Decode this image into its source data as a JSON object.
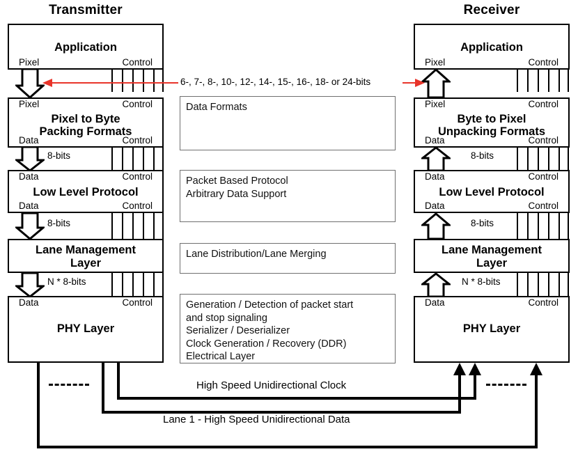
{
  "diagram": {
    "columns": {
      "transmitter_title": "Transmitter",
      "receiver_title": "Receiver"
    },
    "transmitter_stack": [
      {
        "id": "tx-application",
        "title": "Application",
        "port_left_bottom": "Pixel",
        "port_right_bottom": "Control"
      },
      {
        "id": "tx-pixel-to-byte",
        "title": "Pixel to Byte\nPacking Formats",
        "title_line1": "Pixel to Byte",
        "title_line2": "Packing Formats",
        "port_left_top": "Pixel",
        "port_right_top": "Control",
        "port_left_bottom": "Data",
        "port_right_bottom": "Control"
      },
      {
        "id": "tx-low-level-protocol",
        "title": "Low Level Protocol",
        "port_left_top": "Data",
        "port_right_top": "Control",
        "port_left_bottom": "Data",
        "port_right_bottom": "Control"
      },
      {
        "id": "tx-lane-management",
        "title_line1": "Lane Management",
        "title_line2": "Layer"
      },
      {
        "id": "tx-phy-layer",
        "title": "PHY Layer",
        "port_left_top": "Data",
        "port_right_top": "Control"
      }
    ],
    "receiver_stack": [
      {
        "id": "rx-application",
        "title": "Application",
        "port_left_bottom": "Pixel",
        "port_right_bottom": "Control"
      },
      {
        "id": "rx-byte-to-pixel",
        "title_line1": "Byte to Pixel",
        "title_line2": "Unpacking Formats",
        "port_left_top": "Pixel",
        "port_right_top": "Control",
        "port_left_bottom": "Data",
        "port_right_bottom": "Control"
      },
      {
        "id": "rx-low-level-protocol",
        "title": "Low Level Protocol",
        "port_left_top": "Data",
        "port_right_top": "Control",
        "port_left_bottom": "Data",
        "port_right_bottom": "Control"
      },
      {
        "id": "rx-lane-management",
        "title_line1": "Lane Management",
        "title_line2": "Layer"
      },
      {
        "id": "rx-phy-layer",
        "title": "PHY Layer",
        "port_left_top": "Data",
        "port_right_top": "Control"
      }
    ],
    "bit_labels": {
      "tx_pack_to_llp": "8-bits",
      "tx_llp_to_lane": "8-bits",
      "tx_lane_to_phy": "N * 8-bits",
      "rx_llp_to_unpack": "8-bits",
      "rx_lane_to_llp": "8-bits",
      "rx_phy_to_lane": "N * 8-bits"
    },
    "pixel_bus_annotation": "6-, 7-, 8-, 10-, 12-, 14-, 15-, 16-, 18- or 24-bits",
    "description_boxes": [
      {
        "id": "desc-data-formats",
        "lines": [
          "Data Formats"
        ]
      },
      {
        "id": "desc-low-level-protocol",
        "lines": [
          "Packet Based Protocol",
          "Arbitrary Data Support"
        ]
      },
      {
        "id": "desc-lane-management",
        "lines": [
          "Lane Distribution/Lane Merging"
        ]
      },
      {
        "id": "desc-phy-layer",
        "lines": [
          "Generation / Detection of packet start",
          "and stop signaling",
          "Serializer / Deserializer",
          "Clock Generation / Recovery (DDR)",
          "Electrical Layer"
        ]
      }
    ],
    "link_labels": {
      "clock": "High Speed Unidirectional Clock",
      "data": "Lane 1 - High Speed Unidirectional Data"
    },
    "colors": {
      "accent_red": "#e8342a",
      "box_border": "#000000",
      "desc_border": "#6f6f6f",
      "background": "#ffffff"
    }
  }
}
